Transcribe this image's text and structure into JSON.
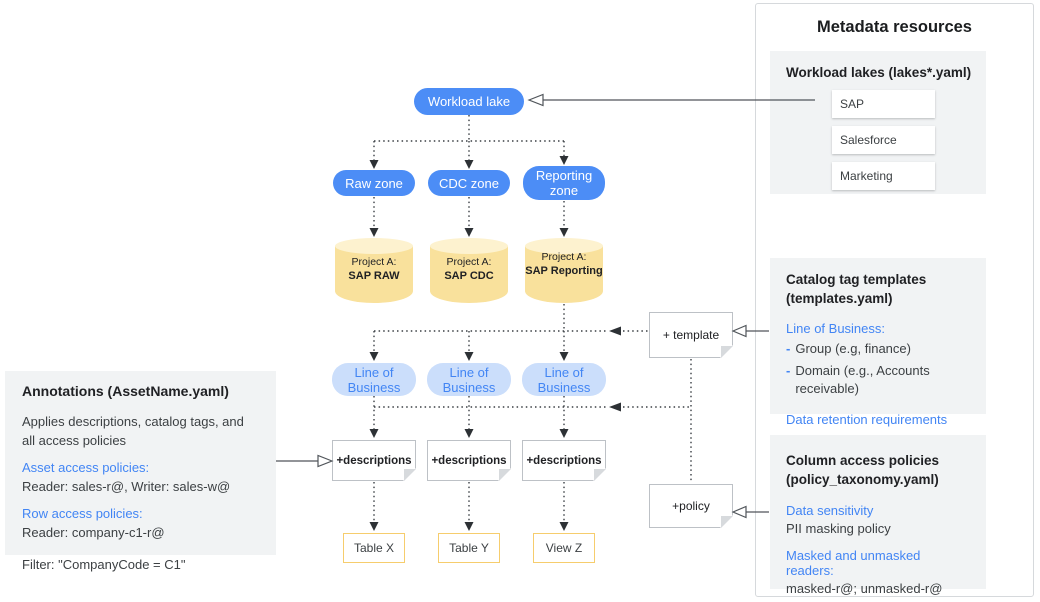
{
  "colors": {
    "node_blue": "#4c8df6",
    "lob_pill_bg": "#cbdefb",
    "accent_blue": "#4285f4",
    "cylinder_yellow": "#f9e19c",
    "cylinder_top_yellow": "#fdf2cf",
    "table_border_yellow": "#f6cd6d",
    "panel_gray": "#f1f3f4"
  },
  "diagram": {
    "workload_lake_label": "Workload lake",
    "zones": [
      "Raw zone",
      "CDC zone",
      "Reporting zone"
    ],
    "projects": [
      {
        "prefix": "Project A:",
        "name": "SAP RAW"
      },
      {
        "prefix": "Project A:",
        "name": "SAP CDC"
      },
      {
        "prefix": "Project A:",
        "name": "SAP Reporting"
      }
    ],
    "lob_labels": [
      "Line of Business",
      "Line of Business",
      "Line of Business"
    ],
    "description_notes": [
      "+descriptions",
      "+descriptions",
      "+descriptions"
    ],
    "outputs": [
      "Table X",
      "Table Y",
      "View Z"
    ],
    "template_note": "+ template",
    "policy_note": "+policy"
  },
  "annotations_panel": {
    "title": "Annotations (AssetName.yaml)",
    "description": "Applies descriptions, catalog tags, and all access policies",
    "asset_access_label": "Asset access policies:",
    "asset_access_value": "Reader: sales-r@, Writer: sales-w@",
    "row_access_label": "Row access policies:",
    "row_access_value": "Reader: company-c1-r@",
    "filter_line": "Filter: \"CompanyCode = C1\""
  },
  "metadata_panel": {
    "title": "Metadata resources",
    "workload_lakes": {
      "heading": "Workload lakes (lakes*.yaml)",
      "items": [
        "SAP",
        "Salesforce",
        "Marketing"
      ]
    },
    "catalog_templates": {
      "heading": "Catalog tag templates (templates.yaml)",
      "lob_heading": "Line of Business:",
      "bullet_prefix": "-",
      "bullets": [
        "Group (e.g, finance)",
        "Domain (e.g., Accounts receivable)"
      ],
      "retention_heading": "Data retention requirements"
    },
    "column_policies": {
      "heading": "Column access policies (policy_taxonomy.yaml)",
      "sensitivity_heading": "Data sensitivity",
      "sensitivity_value": "PII masking policy",
      "readers_heading": "Masked and unmasked readers:",
      "readers_value": "masked-r@; unmasked-r@"
    }
  }
}
